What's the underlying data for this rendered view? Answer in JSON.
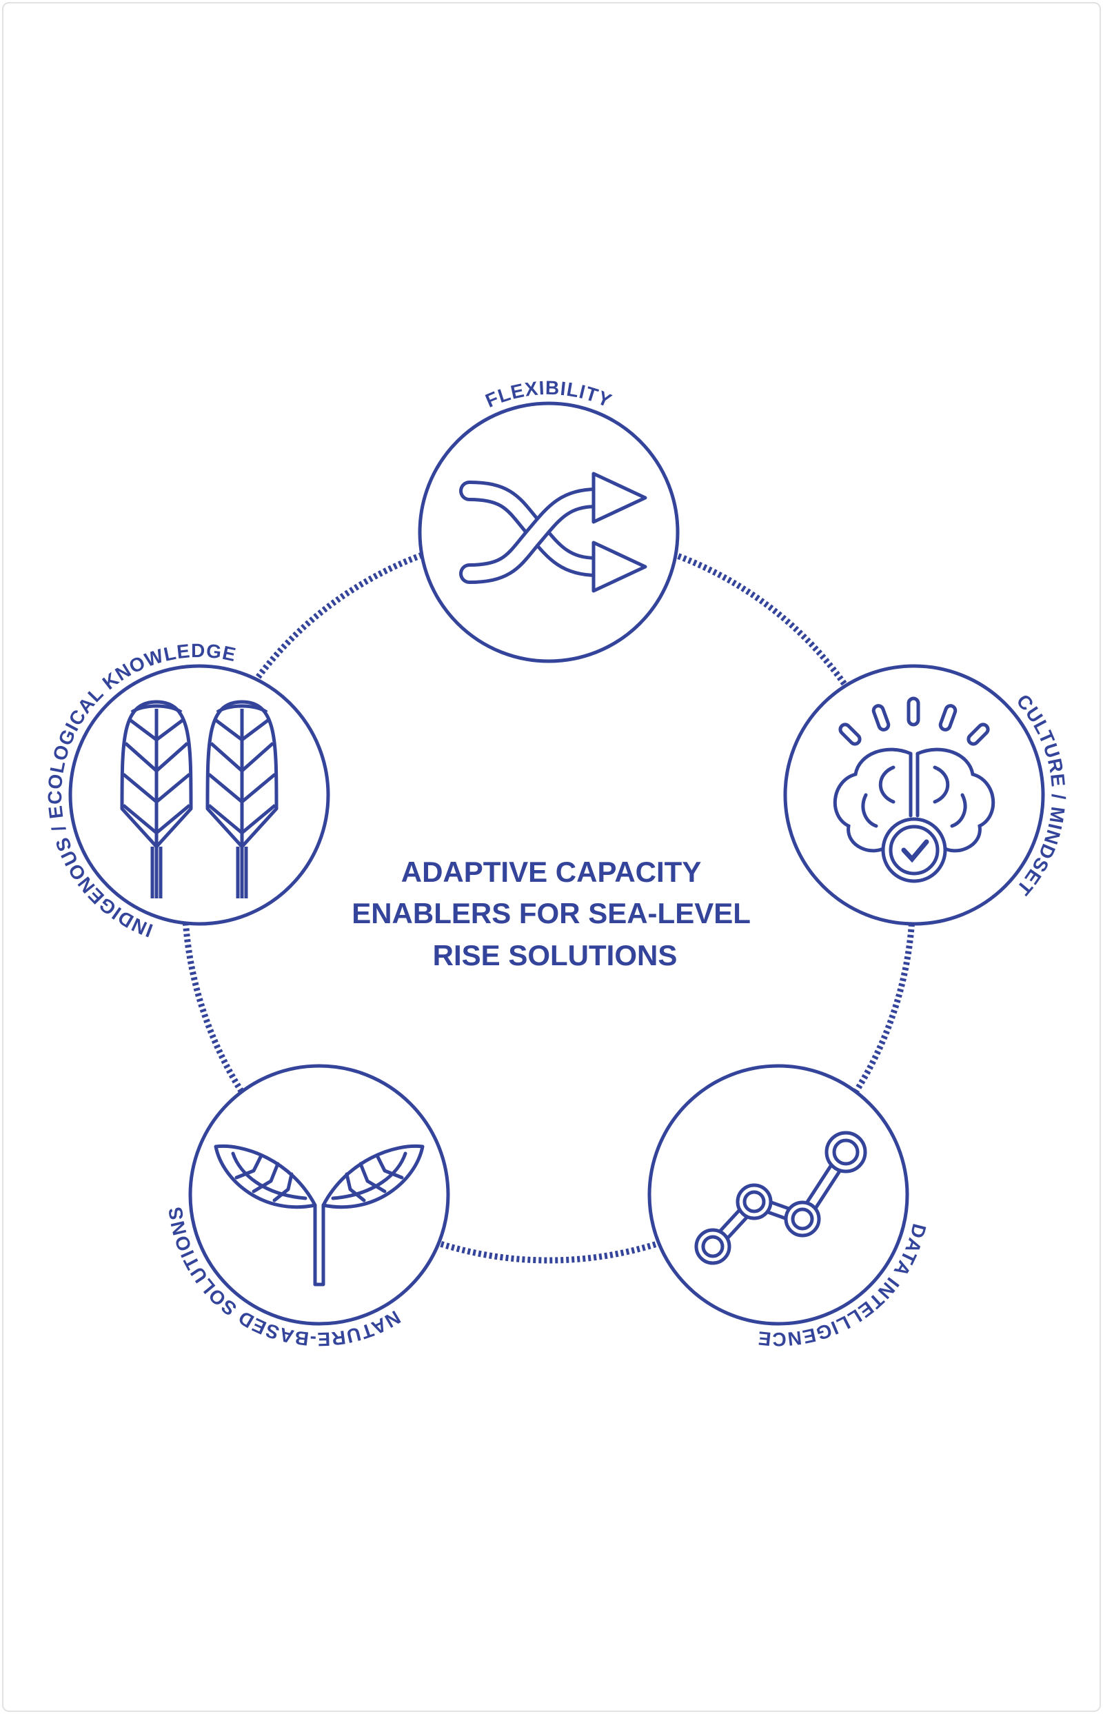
{
  "title_lines": [
    "ADAPTIVE CAPACITY",
    "ENABLERS FOR SEA-LEVEL",
    "RISE SOLUTIONS"
  ],
  "colors": {
    "accent": "#33449a",
    "background": "#ffffff"
  },
  "enablers": [
    {
      "label": "FLEXIBILITY",
      "icon": "shuffle-arrows-icon"
    },
    {
      "label": "CULTURE / MINDSET",
      "icon": "brain-check-icon"
    },
    {
      "label": "DATA INTELLIGENCE",
      "icon": "data-line-icon"
    },
    {
      "label": "NATURE-BASED SOLUTIONS",
      "icon": "sprout-icon"
    },
    {
      "label": "INDIGENOUS / ECOLOGICAL KNOWLEDGE",
      "icon": "wheat-leaves-icon"
    }
  ]
}
